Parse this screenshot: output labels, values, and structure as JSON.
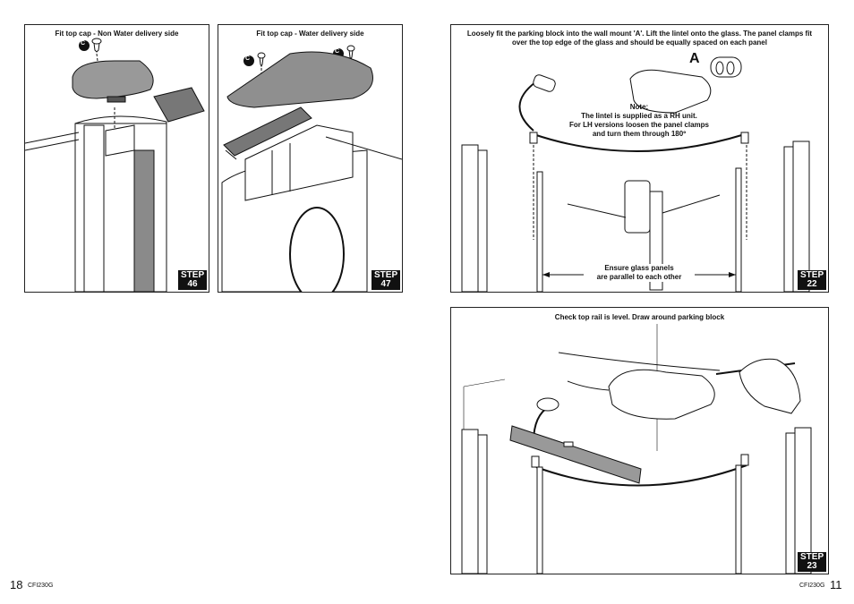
{
  "steps": {
    "s46": {
      "caption": "Fit top cap - Non Water delivery side",
      "word": "STEP",
      "num": "46"
    },
    "s47": {
      "caption": "Fit top cap - Water delivery side",
      "word": "STEP",
      "num": "47"
    },
    "s22": {
      "caption": "Loosely fit the parking block into the wall mount 'A'. Lift the lintel onto the glass. The panel clamps fit over the top edge of the glass and should be equally spaced on each panel",
      "note_title": "Note:",
      "note_line1": "The lintel is supplied as a RH unit.",
      "note_line2": "For LH versions loosen the panel clamps",
      "note_line3": "and turn them through 180º",
      "parallel_line1": "Ensure glass panels",
      "parallel_line2": "are parallel to each other",
      "label_a": "A",
      "word": "STEP",
      "num": "22"
    },
    "s23": {
      "caption": "Check top rail is level. Draw around parking block",
      "word": "STEP",
      "num": "23"
    }
  },
  "markers": {
    "c": "C"
  },
  "footer": {
    "left_page": "18",
    "left_code": "CFI230G",
    "right_code": "CFI230G",
    "right_page": "11"
  }
}
